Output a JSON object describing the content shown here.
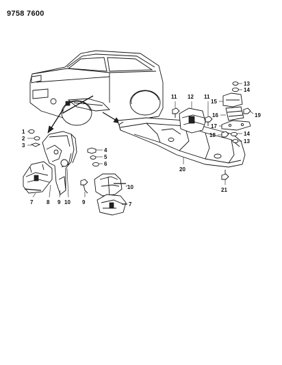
{
  "header": {
    "code": "9758 7600"
  },
  "callouts": {
    "c1": "1",
    "c2": "2",
    "c3": "3",
    "c4": "4",
    "c5": "5",
    "c6": "6",
    "c7a": "7",
    "c7b": "7",
    "c8": "8",
    "c9a": "9",
    "c9b": "9",
    "c10a": "10",
    "c10b": "10",
    "c11a": "11",
    "c11b": "11",
    "c12": "12",
    "c13a": "13",
    "c13b": "13",
    "c14a": "14",
    "c14b": "14",
    "c15": "15",
    "c16": "16",
    "c17": "17",
    "c18": "18",
    "c19": "19",
    "c20": "20",
    "c21": "21"
  }
}
